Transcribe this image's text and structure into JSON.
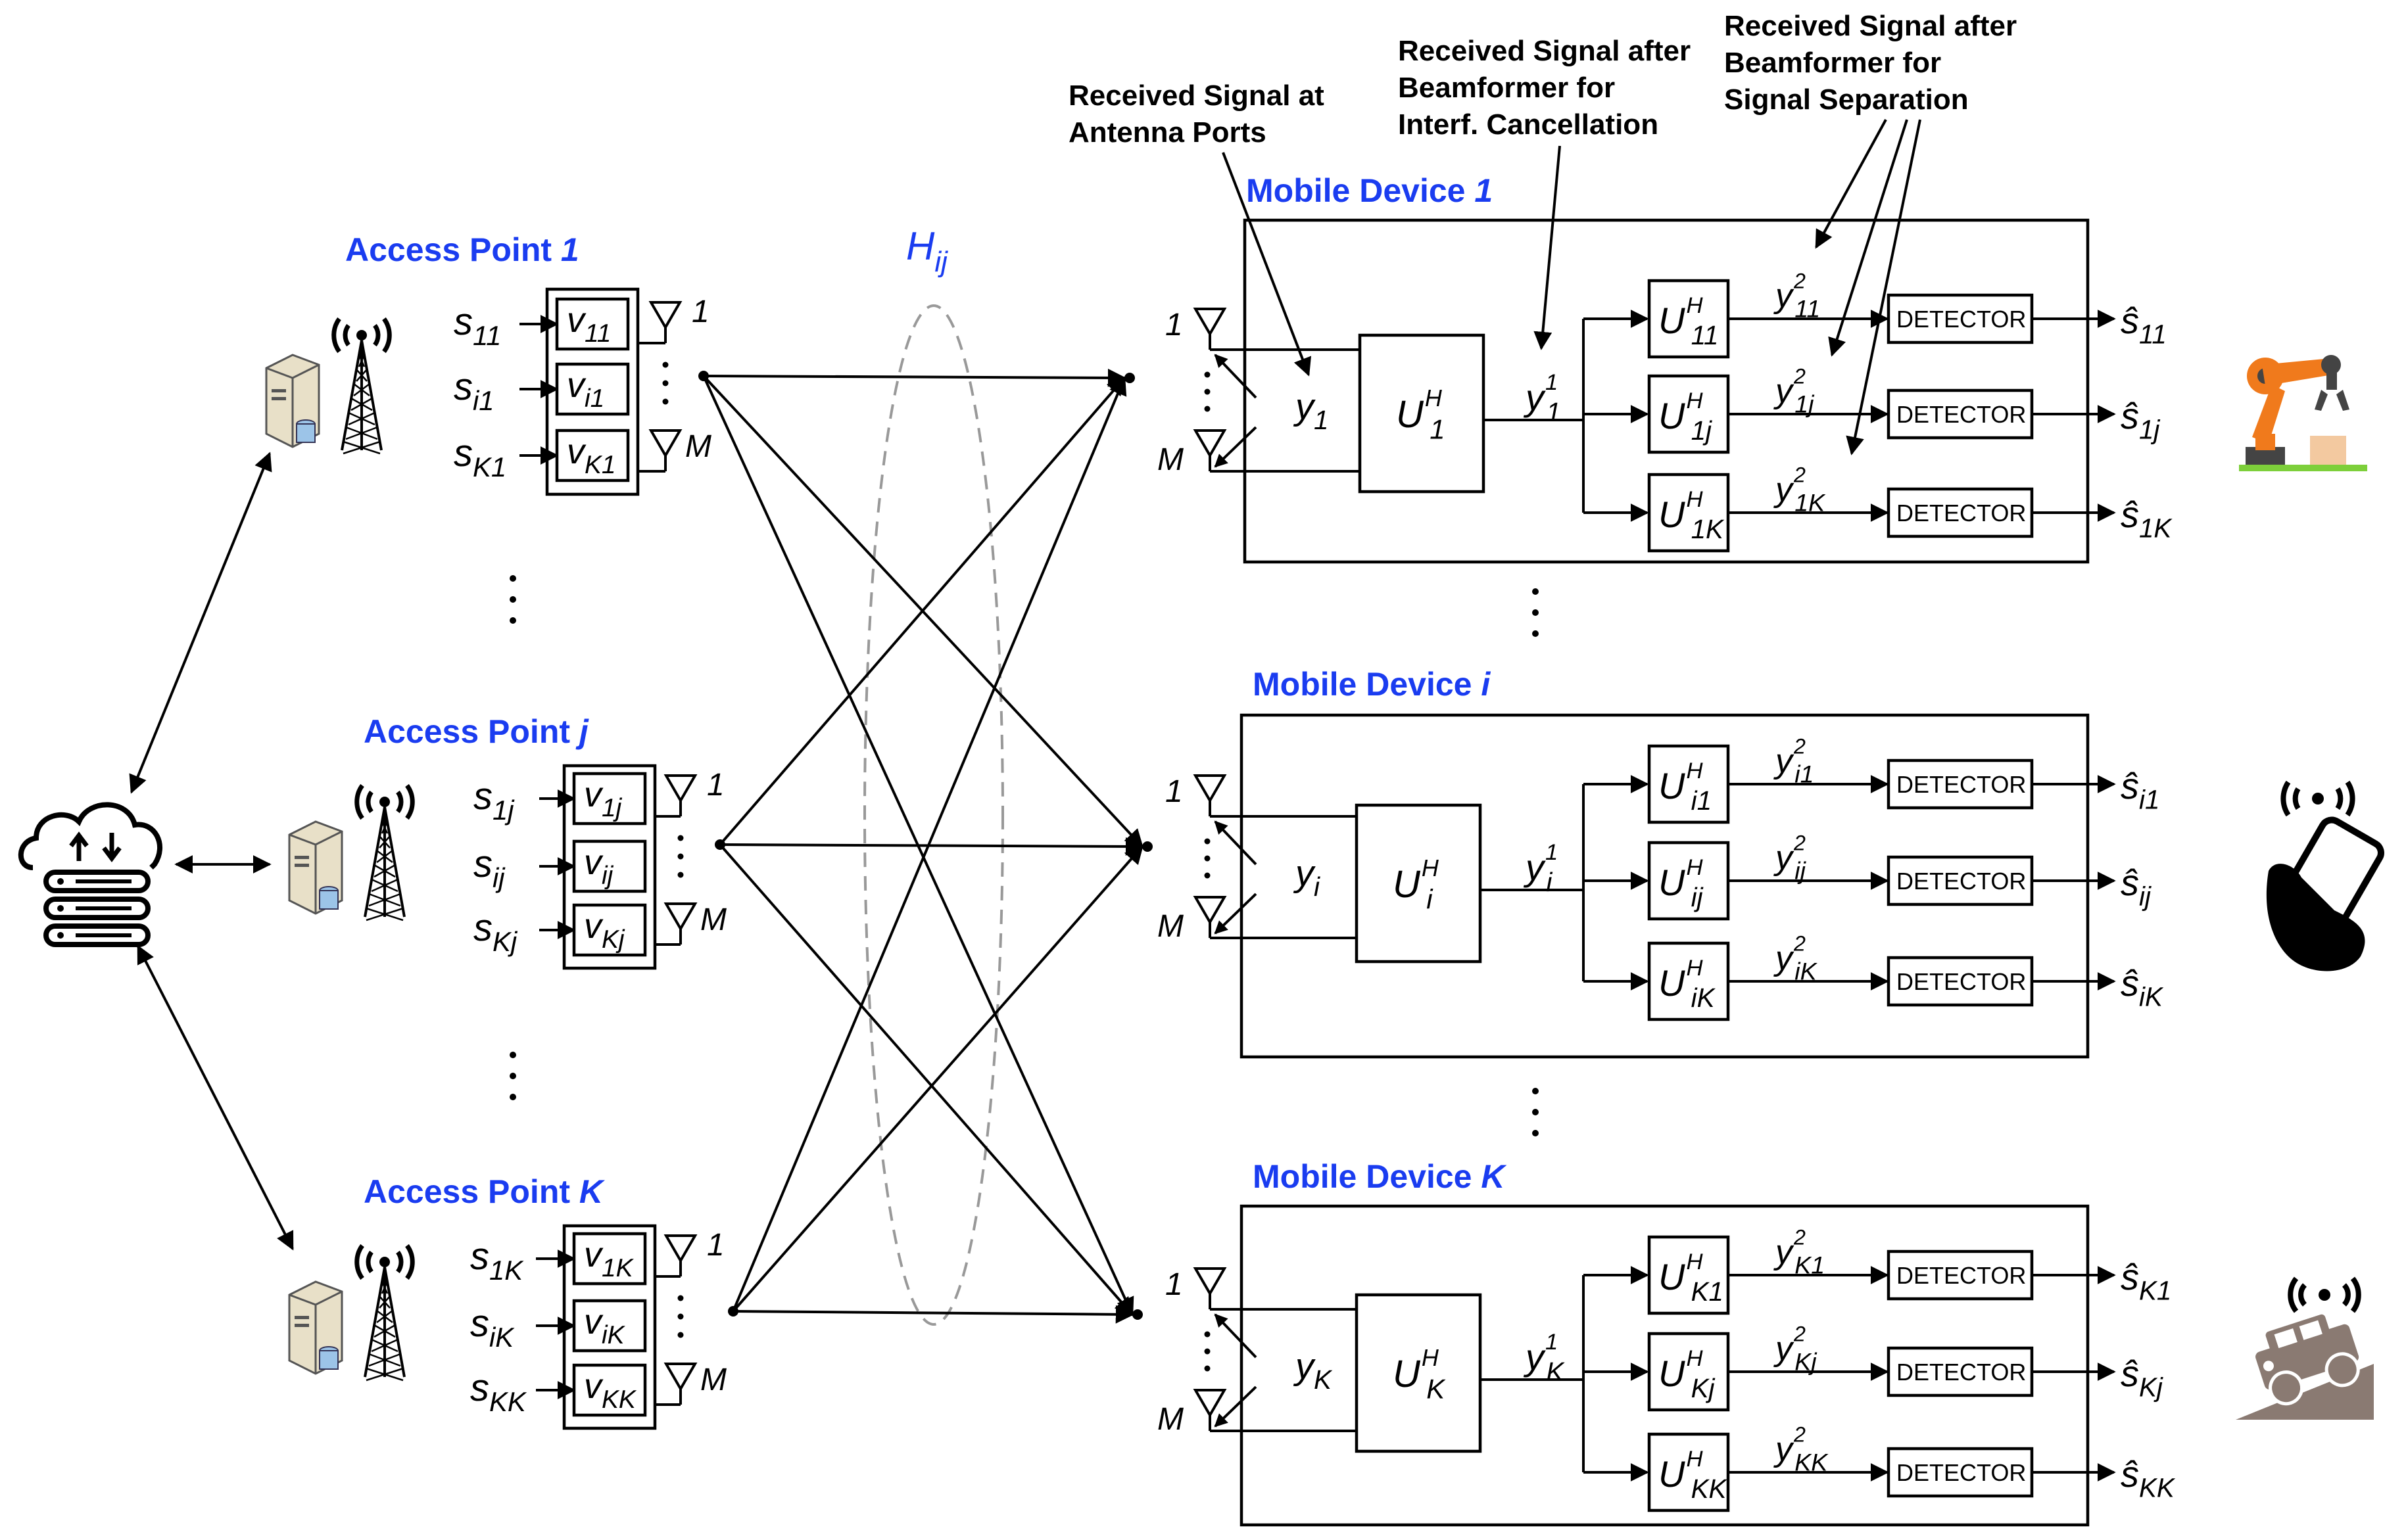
{
  "annotations": {
    "antenna_ports": [
      "Received Signal at",
      "Antenna Ports"
    ],
    "interf_cancel": [
      "Received Signal after",
      "Beamformer for",
      "Interf. Cancellation"
    ],
    "signal_sep": [
      "Received Signal after",
      "Beamformer for",
      "Signal Separation"
    ]
  },
  "channel_label": {
    "base": "H",
    "sub": "ij"
  },
  "detector_label": "DETECTOR",
  "ellipsis": "⋮",
  "access_points": [
    {
      "title": "Access Point ",
      "title_ital": "1",
      "s_subs": [
        "11",
        "i1",
        "K1"
      ],
      "v_subs": [
        "11",
        "i1",
        "K1"
      ],
      "ant_first": "1",
      "ant_last": "M"
    },
    {
      "title": "Access Point ",
      "title_ital": "j",
      "s_subs": [
        "1j",
        "ij",
        "Kj"
      ],
      "v_subs": [
        "1j",
        "ij",
        "Kj"
      ],
      "ant_first": "1",
      "ant_last": "M"
    },
    {
      "title": "Access Point ",
      "title_ital": "K",
      "s_subs": [
        "1K",
        "iK",
        "KK"
      ],
      "v_subs": [
        "1K",
        "iK",
        "KK"
      ],
      "ant_first": "1",
      "ant_last": "M"
    }
  ],
  "mobile_devices": [
    {
      "title": "Mobile Device ",
      "title_ital": "1",
      "idx": "1",
      "sec": [
        "11",
        "1j",
        "1K"
      ],
      "ant_first": "1",
      "ant_last": "M"
    },
    {
      "title": "Mobile Device ",
      "title_ital": "i",
      "idx": "i",
      "sec": [
        "i1",
        "ij",
        "iK"
      ],
      "ant_first": "1",
      "ant_last": "M"
    },
    {
      "title": "Mobile Device ",
      "title_ital": "K",
      "idx": "K",
      "sec": [
        "K1",
        "Kj",
        "KK"
      ],
      "ant_first": "1",
      "ant_last": "M"
    }
  ],
  "symbols": {
    "s": "s",
    "v": "v",
    "y": "y",
    "U": "U",
    "H_sup": "H",
    "sup1": "1",
    "sup2": "2",
    "s_hat": "ŝ"
  },
  "colors": {
    "title_blue": "#1a3cf0",
    "robot_orange": "#f07a1c",
    "vehicle_gray": "#8a7a72"
  },
  "icons": [
    "cloud-server-icon",
    "server-icon",
    "antenna-tower-icon",
    "robot-arm-icon",
    "smartphone-hand-icon",
    "offroad-vehicle-icon"
  ]
}
